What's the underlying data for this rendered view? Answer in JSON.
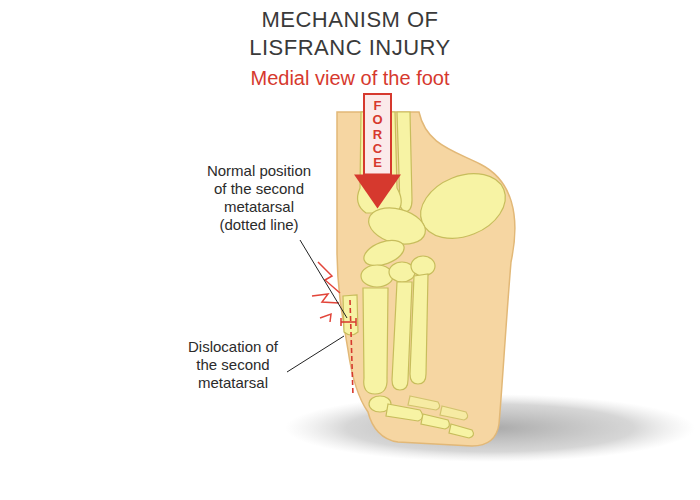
{
  "diagram": {
    "title": "MECHANISM OF LISFRANC INJURY",
    "labels": [
      "Medial view of the foot",
      "FORCE",
      "Normal position of the second metatarsal (dotted line)",
      "Dislocation of the second metatarsal"
    ]
  }
}
